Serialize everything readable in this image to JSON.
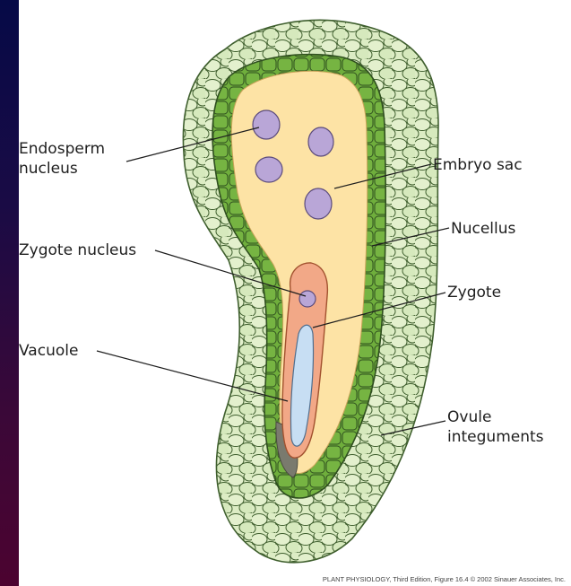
{
  "figure": {
    "labels": {
      "endosperm_nucleus_1": "Endosperm",
      "endosperm_nucleus_2": "nucleus",
      "embryo_sac": "Embryo sac",
      "nucellus": "Nucellus",
      "zygote_nucleus": "Zygote nucleus",
      "zygote": "Zygote",
      "vacuole": "Vacuole",
      "ovule_integuments_1": "Ovule",
      "ovule_integuments_2": "integuments"
    },
    "credit": "PLANT PHYSIOLOGY, Third Edition, Figure 16.4  © 2002 Sinauer Associates, Inc."
  },
  "colors": {
    "integument_fill": "#dcecc4",
    "integument_stroke": "#3f5f2e",
    "nucellus_fill": "#6fae3c",
    "embryo_sac_fill": "#fde3a5",
    "endosperm_nucleus_fill": "#b9a6d7",
    "zygote_fill": "#f2a887",
    "vacuole_fill": "#c7def3",
    "suspensor_fill": "#7a7a6e"
  }
}
